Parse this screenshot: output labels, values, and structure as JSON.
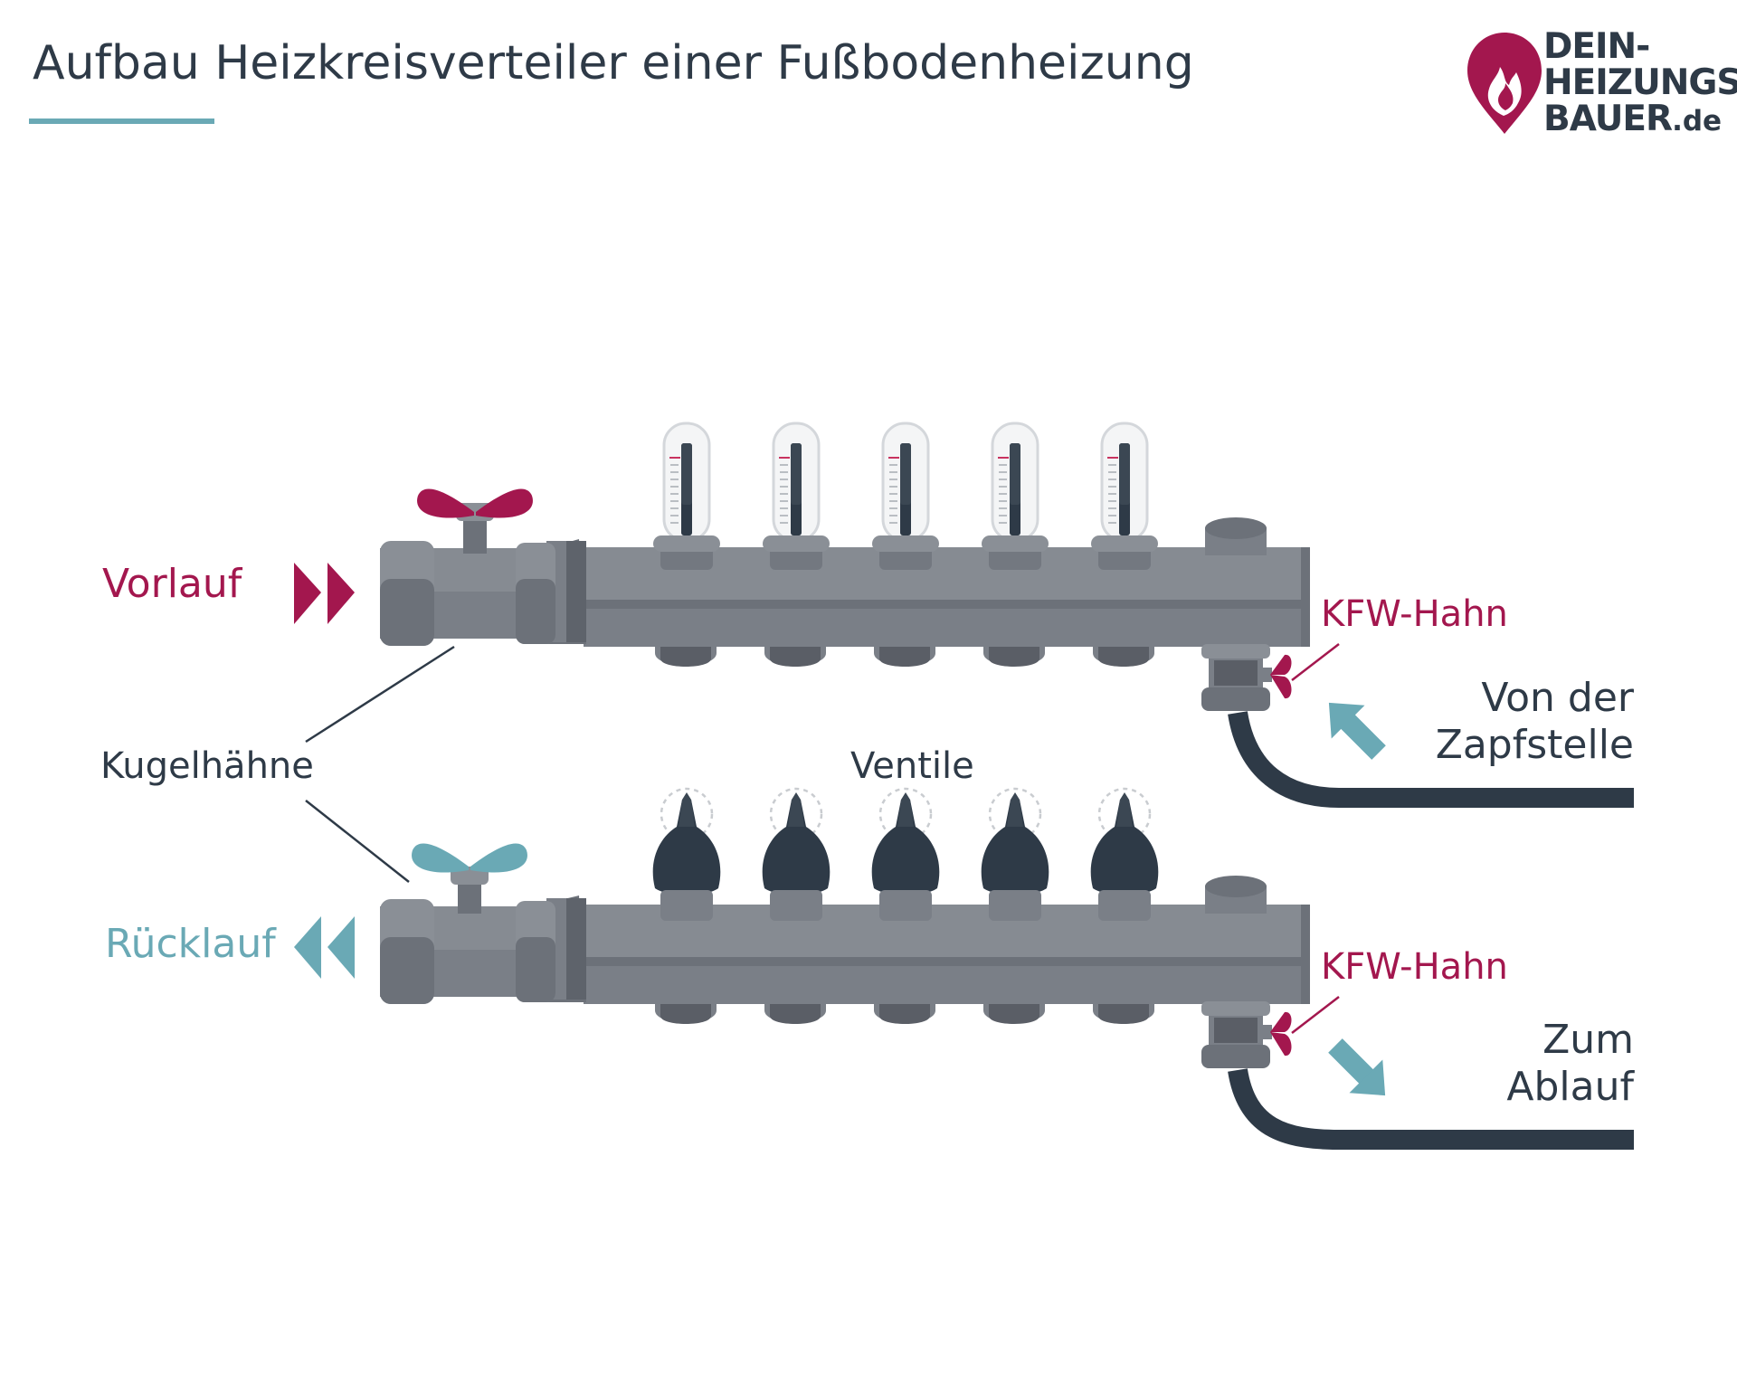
{
  "title": "Aufbau Heizkreisverteiler einer Fußbodenheizung",
  "logo": {
    "line1": "DEIN-",
    "line2": "HEIZUNGS",
    "line3": "BAUER",
    "suffix": ".de"
  },
  "labels": {
    "vorlauf": "Vorlauf",
    "ruecklauf": "Rücklauf",
    "kugelhaehne": "Kugelhähne",
    "ventile": "Ventile",
    "kfw_top": "KFW-Hahn",
    "kfw_bottom": "KFW-Hahn",
    "von_der": "Von der",
    "zapfstelle": "Zapfstelle",
    "zum": "Zum",
    "ablauf": "Ablauf"
  },
  "colors": {
    "magenta": "#a3174e",
    "teal": "#6aa9b5",
    "dark": "#2e3a47",
    "pipe": "#6c7179"
  },
  "flowmeter_count": 5,
  "valve_count": 5
}
